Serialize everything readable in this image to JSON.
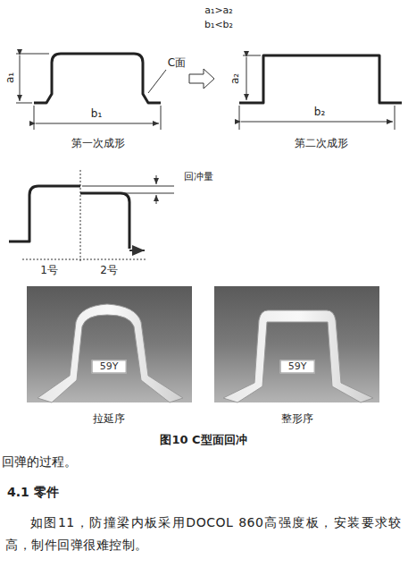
{
  "diagram": {
    "caption": "图10 C型面回冲",
    "labels": [
      "a₁>a₂",
      "b₁<b₂",
      "a₁",
      "C面",
      "b₁",
      "第一次成形",
      "a₂",
      "b₂",
      "第二次成形",
      "回冲量",
      "1号",
      "2号",
      "59Y",
      "拉延序",
      "59Y",
      "整形序",
      "回弹的过程。",
      "4.1 零件",
      "如图11，防撞梁内板采用DOCOL 860高强度板，安装要求较高，制件回弹很难控制。"
    ]
  }
}
